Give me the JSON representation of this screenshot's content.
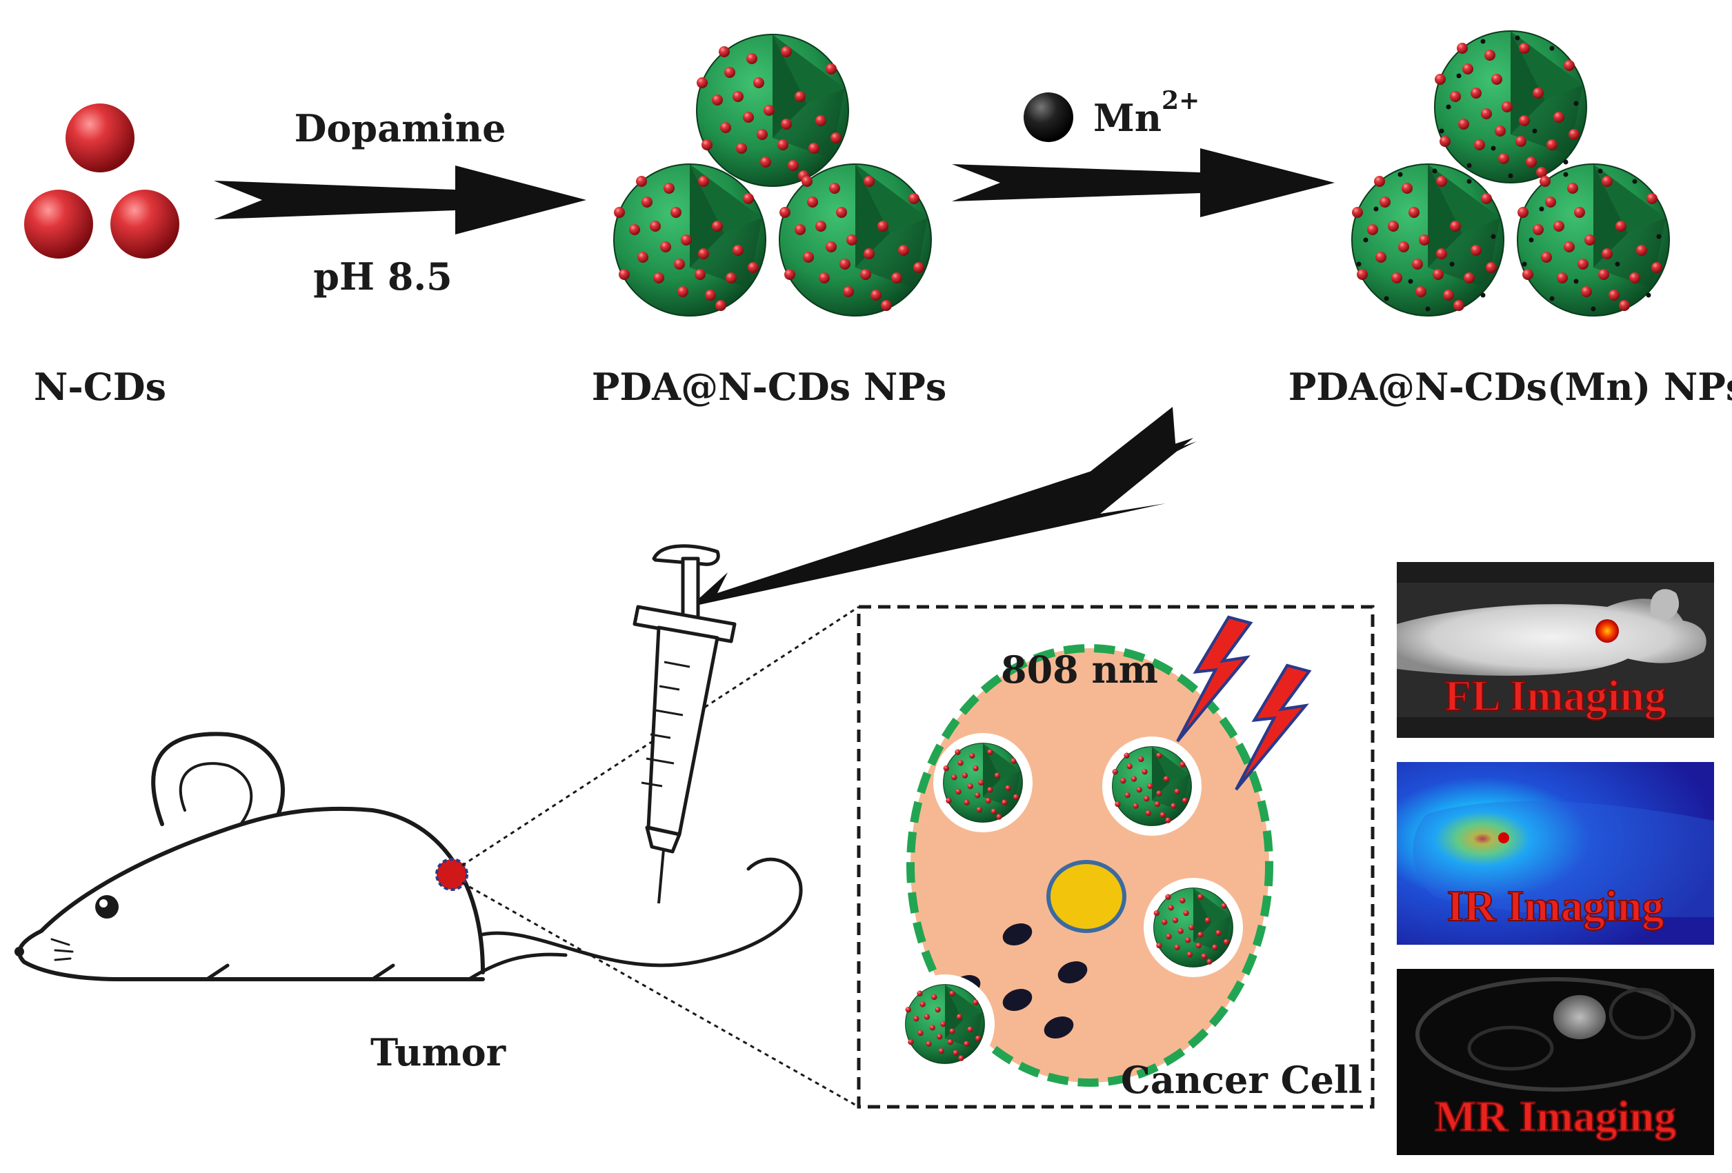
{
  "labels": {
    "n_cds": "N-CDs",
    "pda_ncds": "PDA@N-CDs NPs",
    "pda_ncds_mn": "PDA@N-CDs(Mn) NPs",
    "dopamine": "Dopamine",
    "ph": "pH 8.5",
    "mn_base": "Mn",
    "mn_charge": "2+",
    "tumor": "Tumor",
    "wavelength": "808 nm",
    "cancer_cell": "Cancer Cell"
  },
  "imaging": [
    {
      "label": "FL Imaging"
    },
    {
      "label": "IR Imaging"
    },
    {
      "label": "MR Imaging"
    }
  ],
  "colors": {
    "nanoparticle_shell": "#1f8f4a",
    "carbon_dot": "#c9222a",
    "cell_body": "#f6b892",
    "cell_membrane": "#22a552",
    "nucleus": "#f3c40c",
    "bolt": "#e8231e",
    "imaging_label": "#e8231e"
  }
}
